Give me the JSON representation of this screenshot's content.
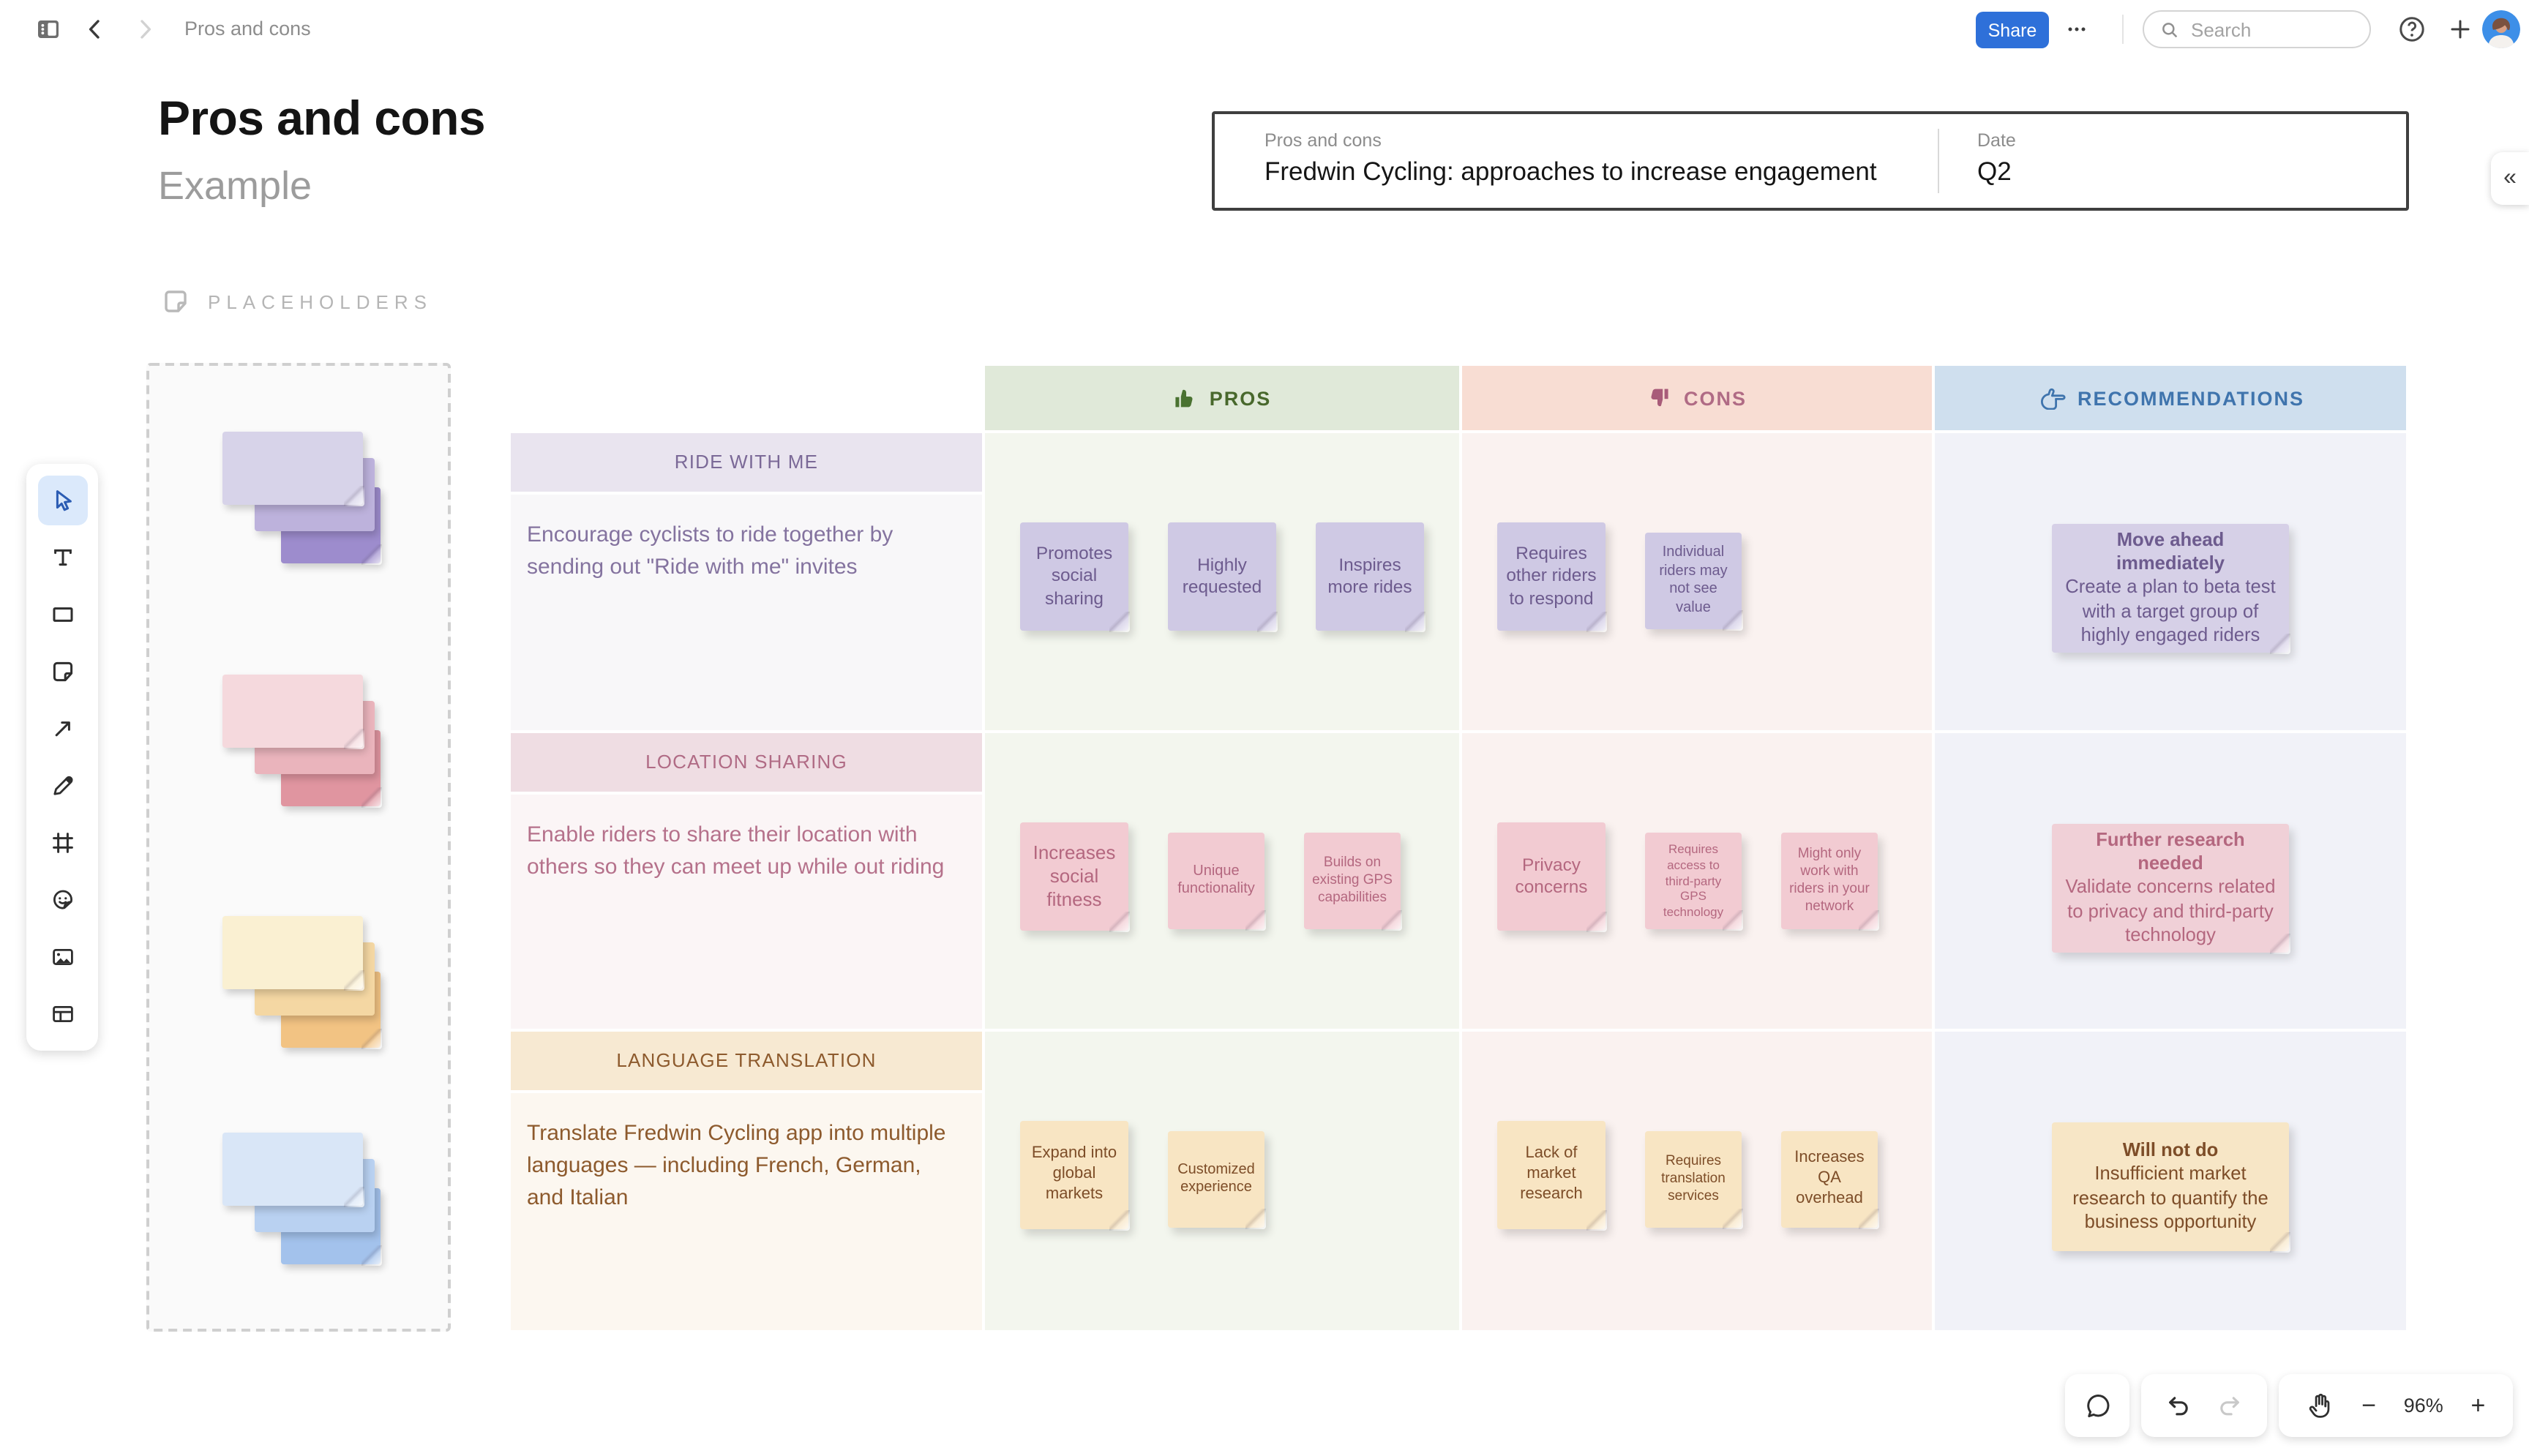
{
  "topbar": {
    "breadcrumb": "Pros and cons",
    "share_label": "Share",
    "search_placeholder": "Search"
  },
  "header": {
    "title": "Pros and cons",
    "subtitle": "Example"
  },
  "info_box": {
    "name_label": "Pros and cons",
    "name_value": "Fredwin Cycling: approaches to increase engagement",
    "date_label": "Date",
    "date_value": "Q2"
  },
  "placeholders": {
    "label": "PLACEHOLDERS",
    "stacks": [
      "purple",
      "pink",
      "yellow",
      "blue"
    ]
  },
  "board": {
    "columns": [
      {
        "key": "pros",
        "label": "PROS",
        "icon": "thumbs-up-icon",
        "accent": "#48682c",
        "header_bg": "#e0e9d9"
      },
      {
        "key": "cons",
        "label": "CONS",
        "icon": "thumbs-down-icon",
        "accent": "#b06b85",
        "header_bg": "#f8ddd3"
      },
      {
        "key": "recommendations",
        "label": "RECOMMENDATIONS",
        "icon": "pointing-hand-icon",
        "accent": "#3f74ad",
        "header_bg": "#cfdfee"
      }
    ],
    "rows": [
      {
        "title": "RIDE WITH ME",
        "description": "Encourage cyclists to ride together by sending out \"Ride with me\" invites",
        "pros": [
          "Promotes social sharing",
          "Highly requested",
          "Inspires more rides"
        ],
        "cons": [
          "Requires other riders to respond",
          "Individual riders may not see value"
        ],
        "recommendation": {
          "heading": "Move ahead immediately",
          "body": "Create a plan to beta test with a target group of highly engaged riders"
        }
      },
      {
        "title": "LOCATION SHARING",
        "description": "Enable riders to share their location with others so they can meet up while out riding",
        "pros": [
          "Increases social fitness",
          "Unique functionality",
          "Builds on existing GPS capabilities"
        ],
        "cons": [
          "Privacy concerns",
          "Requires access to third-party GPS technology",
          "Might only work with riders in your network"
        ],
        "recommendation": {
          "heading": "Further research needed",
          "body": "Validate concerns related to privacy and third-party technology"
        }
      },
      {
        "title": "LANGUAGE TRANSLATION",
        "description": "Translate Fredwin Cycling app into multiple languages — including French, German, and Italian",
        "pros": [
          "Expand into global markets",
          "Customized experience"
        ],
        "cons": [
          "Lack of market research",
          "Requires translation services",
          "Increases QA overhead"
        ],
        "recommendation": {
          "heading": "Will not do",
          "body": "Insufficient market research to quantify the business opportunity"
        }
      }
    ]
  },
  "footer": {
    "zoom_level": "96%"
  },
  "colors": {
    "share_button": "#2e70d9",
    "pros_header_bg": "#e0e9d9",
    "pros_accent": "#48682c",
    "cons_header_bg": "#f8ddd3",
    "cons_accent": "#b06b85",
    "recs_header_bg": "#cfdfee",
    "recs_accent": "#3f74ad",
    "note_purple": "#cfc9e4",
    "note_pink": "#f2cbd2",
    "note_tan": "#f8e5c3"
  }
}
